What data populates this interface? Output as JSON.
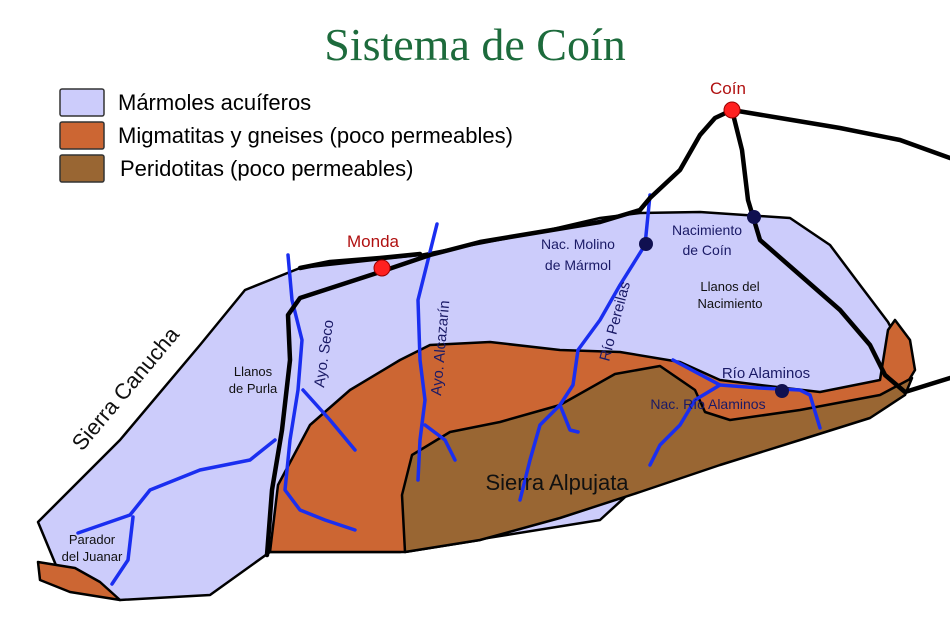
{
  "title": "Sistema de Coín",
  "colors": {
    "marmoles": "#ccccfb",
    "migmatitas": "#cc6633",
    "peridotitas": "#996633",
    "river": "#1a2ef0",
    "town": "#ff2020",
    "spring": "#101050",
    "title": "#1d6b3c"
  },
  "legend": [
    {
      "label": "Mármoles acuíferos",
      "color": "#ccccfb"
    },
    {
      "label": "Migmatitas y gneises (poco permeables)",
      "color": "#cc6633"
    },
    {
      "label": "Peridotitas (poco permeables)",
      "color": "#996633"
    }
  ],
  "towns": {
    "coin": "Coín",
    "monda": "Monda"
  },
  "springs": {
    "molino_1": "Nac. Molino",
    "molino_2": "de Mármol",
    "coin_1": "Nacimiento",
    "coin_2": "de Coín",
    "alaminos": "Nac. Río Alaminos"
  },
  "places": {
    "llanos_nac_1": "Llanos del",
    "llanos_nac_2": "Nacimiento",
    "llanos_purla_1": "Llanos",
    "llanos_purla_2": "de Purla",
    "parador_1": "Parador",
    "parador_2": "del Juanar",
    "sierra_canucha": "Sierra Canucha",
    "sierra_alpujata": "Sierra Alpujata"
  },
  "rivers": {
    "seco": "Ayo. Seco",
    "alcazarin": "Ayo. Alcazarín",
    "pereilas": "Río Pereilas",
    "alaminos": "Río Alaminos"
  }
}
